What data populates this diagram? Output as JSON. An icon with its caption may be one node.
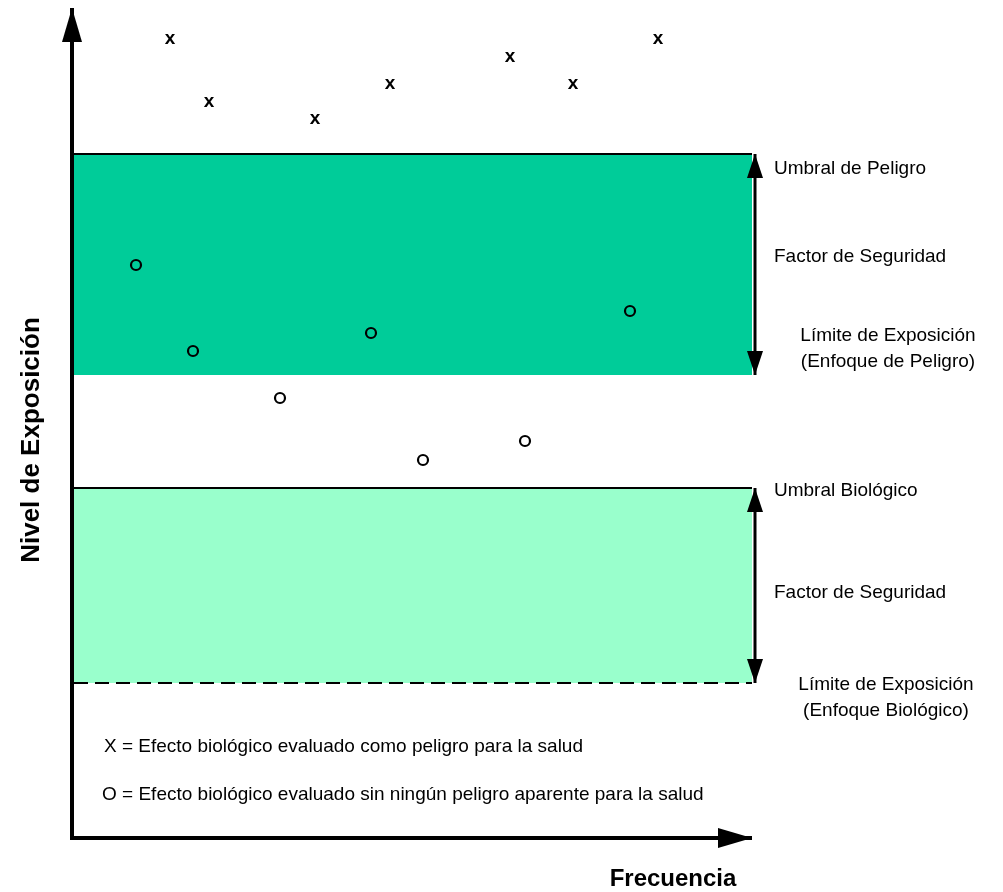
{
  "diagram": {
    "labels": [
      "x",
      "x",
      "x",
      "x",
      "x",
      "x",
      "x",
      "Umbral de Peligro",
      "Factor de Seguridad",
      "Límite de Exposición (Enfoque de Peligro)",
      "Umbral Biológico",
      "Factor de Seguridad",
      "Límite de Exposición (Enfoque Biológico)",
      "X = Efecto biológico evaluado como peligro para la salud",
      "O = Efecto biológico evaluado sin ningún peligro aparente para la salud",
      "Nivel de Exposición",
      "Frecuencia"
    ]
  }
}
